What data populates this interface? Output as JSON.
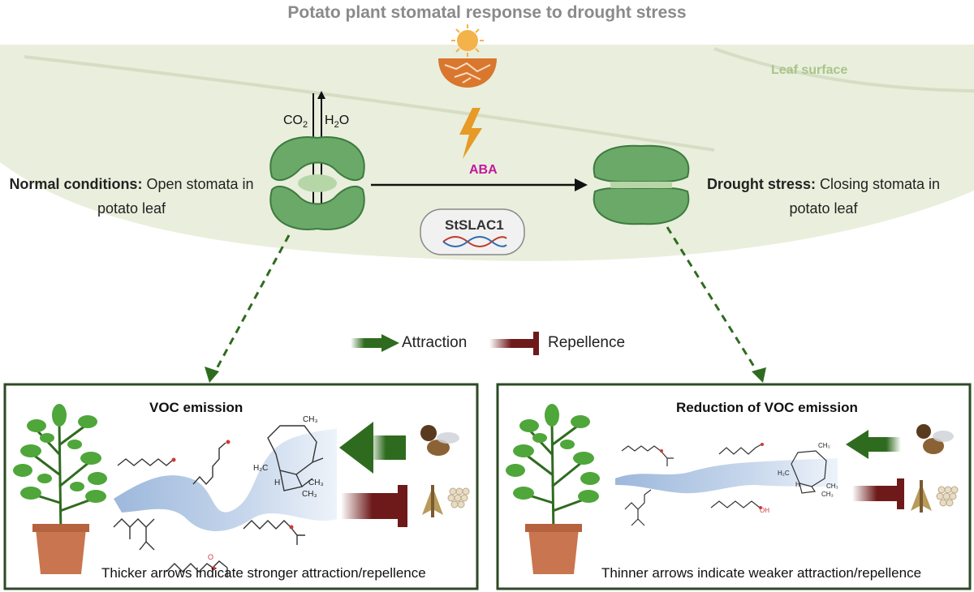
{
  "title": "Potato plant stomatal response to drought stress",
  "leaf_label": "Leaf surface",
  "normal": {
    "heading": "Normal conditions:",
    "line1": "Open stomata in",
    "line2": "potato leaf"
  },
  "drought": {
    "heading": "Drought stress:",
    "line1": "Closing stomata in",
    "line2": "potato leaf"
  },
  "gas": {
    "co2": "CO",
    "co2_sub": "2",
    "h2o_h": "H",
    "h2o_sub": "2",
    "h2o_o": "O"
  },
  "signal": "ABA",
  "gene": "StSLAC1",
  "legend": {
    "attraction": "Attraction",
    "repellence": "Repellence"
  },
  "panel_left": {
    "title": "VOC emission",
    "caption": "Thicker arrows indicate stronger attraction/repellence"
  },
  "panel_right": {
    "title": "Reduction of VOC emission",
    "caption": "Thinner arrows indicate weaker attraction/repellence"
  },
  "molecule_labels": {
    "h2c": "H₂C",
    "ch3": "CH₃",
    "h": "H",
    "oh": "OH",
    "o": "O"
  },
  "colors": {
    "leaf": "#e9efdc",
    "stomata": "#6aa968",
    "stomata_dark": "#3f7a40",
    "attraction": "#2f6b1f",
    "repellence": "#6e1a1a",
    "aba": "#c2189c",
    "voc_plume": "#b7cce6",
    "soil": "#d9772e"
  }
}
